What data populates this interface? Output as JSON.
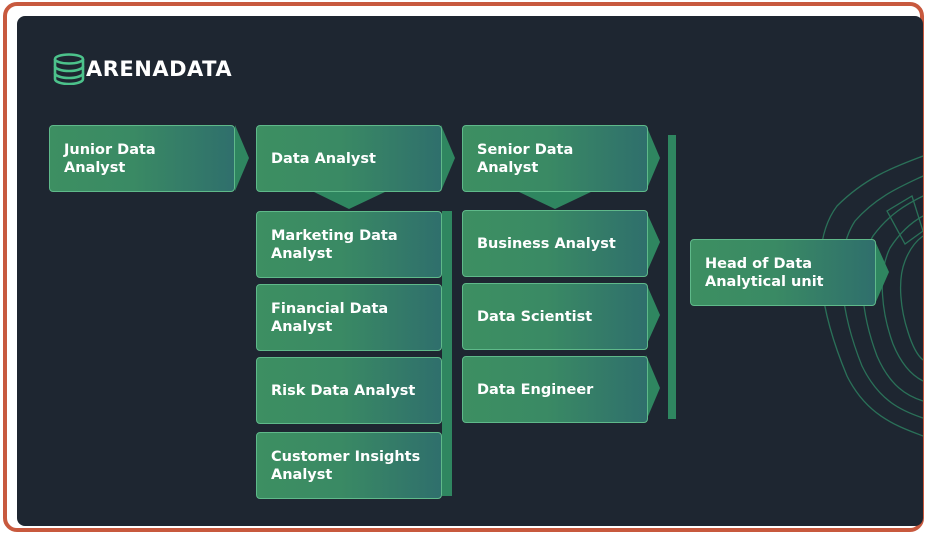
{
  "logo": {
    "part1": "ARENA",
    "part2": "DATA"
  },
  "nodes": {
    "junior": "Junior Data Analyst",
    "analyst": "Data Analyst",
    "marketing": "Marketing Data Analyst",
    "financial": "Financial Data Analyst",
    "risk": "Risk Data Analyst",
    "customer": "Customer Insights Analyst",
    "senior": "Senior Data Analyst",
    "business": "Business Analyst",
    "scientist": "Data Scientist",
    "engineer": "Data Engineer",
    "head": "Head of Data Analytical unit"
  },
  "colors": {
    "frame": "#c8593e",
    "background": "#1e2631",
    "box_green": "#3d8f62",
    "box_teal": "#2f6f6c",
    "connector": "#2f8660",
    "logo_green": "#4cc28b"
  }
}
